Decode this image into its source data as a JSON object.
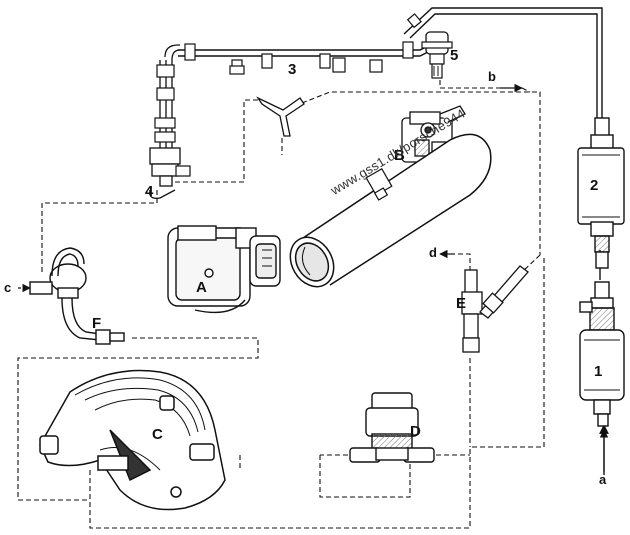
{
  "labels": {
    "A": "A",
    "B": "B",
    "C": "C",
    "D": "D",
    "E": "E",
    "F": "F",
    "n1": "1",
    "n2": "2",
    "n3": "3",
    "n4": "4",
    "n5": "5",
    "a": "a",
    "b": "b",
    "c": "c",
    "d": "d"
  },
  "watermark": "www.gss1.dk/porsche944",
  "colors": {
    "line": "#111111",
    "fill_light": "#f2f2f2",
    "fill_mid": "#d8d8d8",
    "fill_dark": "#555555"
  }
}
